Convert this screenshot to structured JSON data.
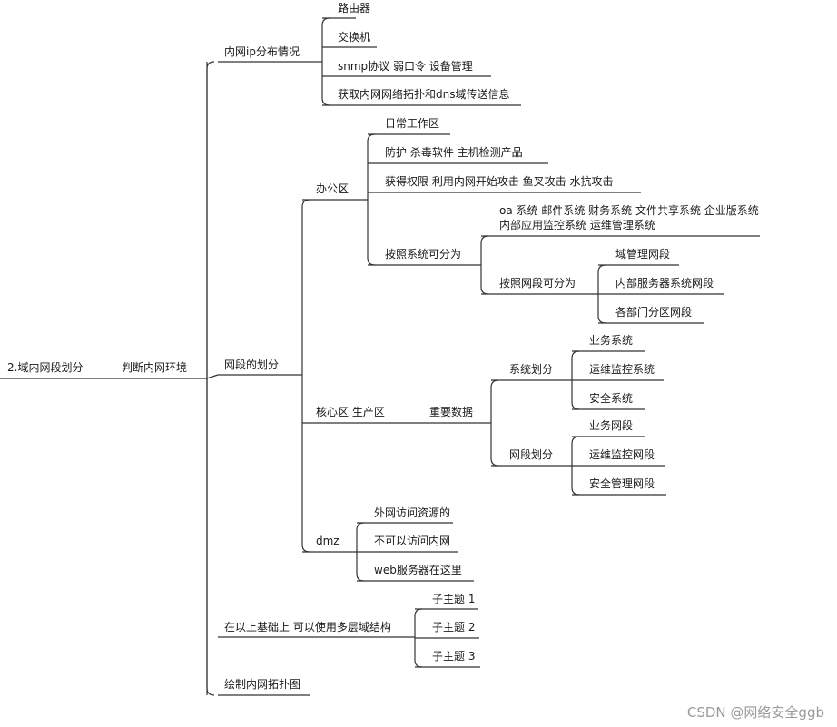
{
  "mindmap": {
    "root": "2.域内网段划分",
    "level1": "判断内网环境",
    "ip": {
      "label": "内网ip分布情况",
      "items": [
        "路由器",
        "交换机",
        "snmp协议  弱口令  设备管理",
        "获取内网网络拓扑和dns域传送信息"
      ]
    },
    "seg": {
      "label": "网段的划分",
      "office": {
        "label": "办公区",
        "items": [
          "日常工作区",
          "防护  杀毒软件  主机检测产品",
          "获得权限  利用内网开始攻击  鱼叉攻击  水抗攻击"
        ],
        "bysys": {
          "label": "按照系统可分为",
          "desc": "oa 系统  邮件系统  财务系统  文件共享系统  企业版系统  内部应用监控系统  运维管理系统",
          "bynet": {
            "label": "按照网段可分为",
            "items": [
              "域管理网段",
              "内部服务器系统网段",
              "各部门分区网段"
            ]
          }
        }
      },
      "core": {
        "label": "核心区  生产区",
        "data": "重要数据",
        "sys": {
          "label": "系统划分",
          "items": [
            "业务系统",
            "运维监控系统",
            "安全系统"
          ]
        },
        "net": {
          "label": "网段划分",
          "items": [
            "业务网段",
            "运维监控网段",
            "安全管理网段"
          ]
        }
      },
      "dmz": {
        "label": "dmz",
        "items": [
          "外网访问资源的",
          "不可以访问内网",
          "web服务器在这里"
        ]
      }
    },
    "multi": {
      "label": "在以上基础上 可以使用多层域结构",
      "items": [
        "子主题 1",
        "子主题 2",
        "子主题 3"
      ]
    },
    "draw": "绘制内网拓扑图"
  },
  "watermark": "CSDN @网络安全ggb"
}
